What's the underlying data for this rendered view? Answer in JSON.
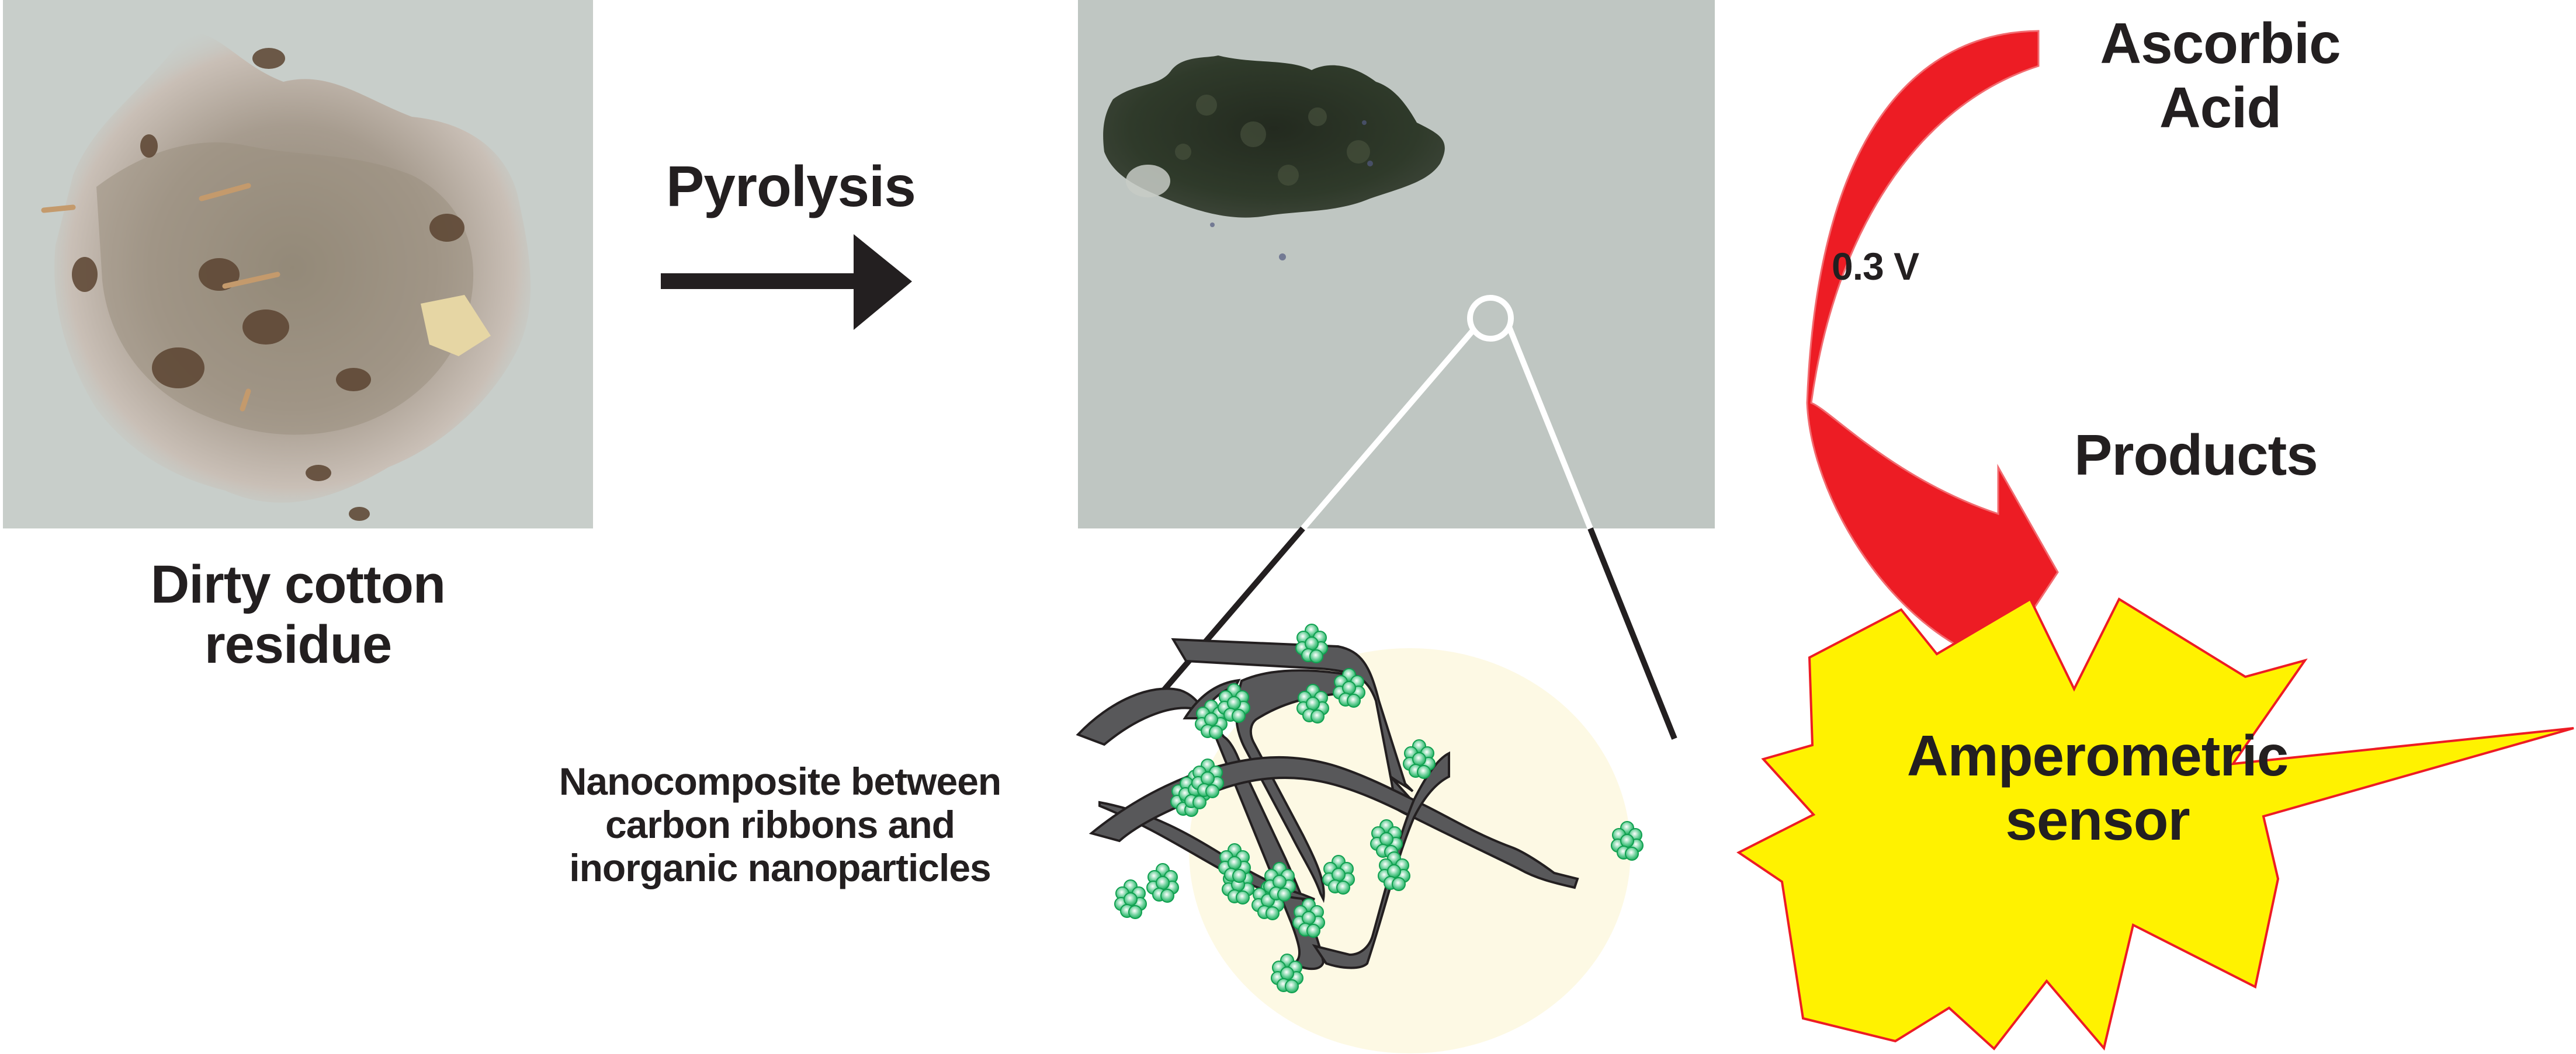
{
  "figure": {
    "type": "graphical-abstract",
    "background_color": "#ffffff",
    "text_color": "#231f20"
  },
  "raw_material": {
    "photo_name": "dirty-cotton-photo",
    "label_line1": "Dirty cotton",
    "label_line2": "residue",
    "photo_bg_color": "#c9cfcd"
  },
  "process_step": {
    "label": "Pyrolysis",
    "arrow_color": "#231f20"
  },
  "product": {
    "photo_name": "carbon-powder-photo",
    "photo_bg_color": "#c0c7c3",
    "powder_color": "#2c3328"
  },
  "nanocomposite": {
    "label_line1": "Nanocomposite between",
    "label_line2": "carbon ribbons and",
    "label_line3": "inorganic nanoparticles",
    "circle_color": "#fdf9e4",
    "ribbon_color": "#58585a",
    "particle_color": "#1fae5e"
  },
  "reaction": {
    "reactant_line1": "Ascorbic",
    "reactant_line2": "Acid",
    "potential": "0.3 V",
    "product": "Products",
    "arrow_color": "#ed1c24"
  },
  "application": {
    "label_line1": "Amperometric",
    "label_line2": "sensor",
    "burst_fill": "#fff200",
    "burst_stroke": "#ed1c24"
  }
}
